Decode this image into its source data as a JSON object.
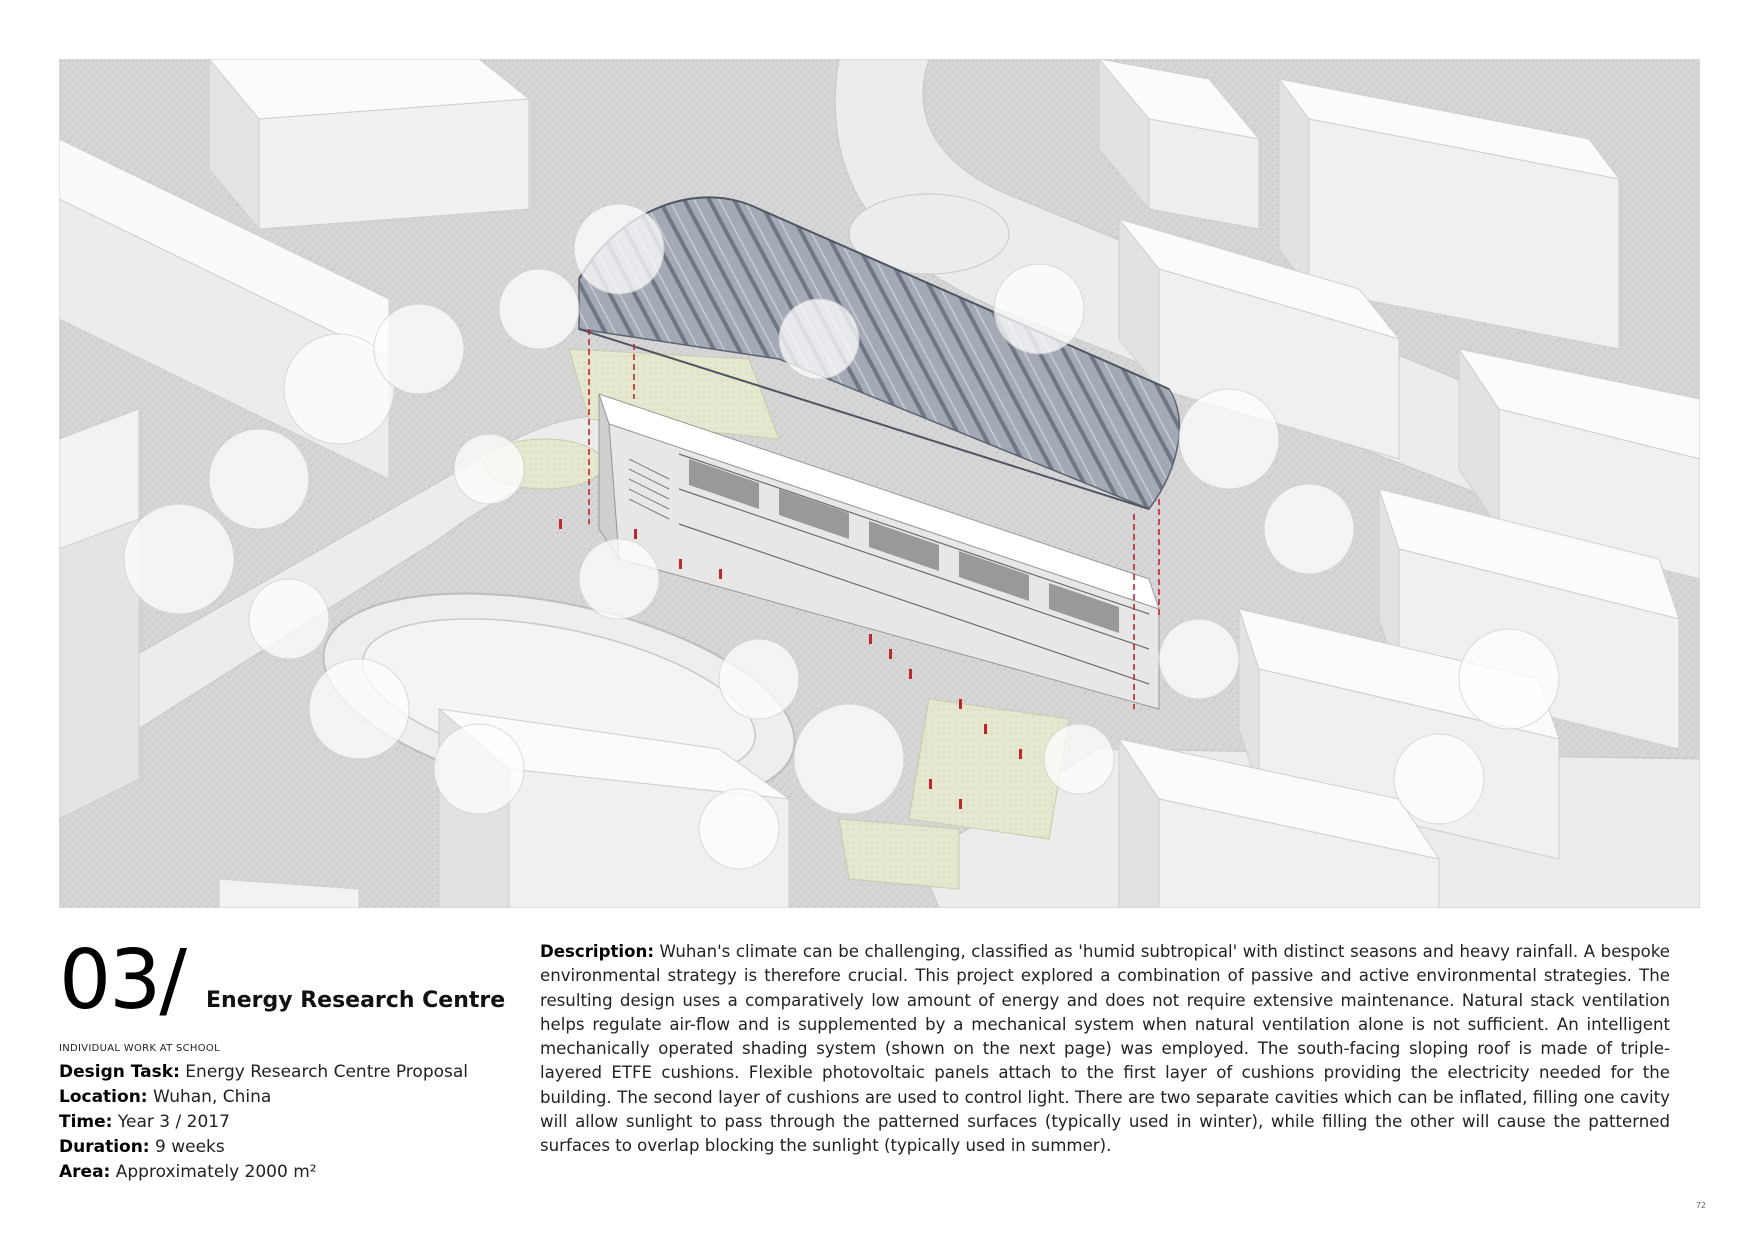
{
  "project": {
    "number": "03/",
    "title": "Energy Research Centre",
    "subtitle": "INDIVIDUAL WORK AT SCHOOL"
  },
  "facts": [
    {
      "label": "Design Task:",
      "value": "Energy Research Centre Proposal"
    },
    {
      "label": "Location:",
      "value": "Wuhan, China"
    },
    {
      "label": "Time:",
      "value": "Year 3 / 2017"
    },
    {
      "label": "Duration:",
      "value": "9 weeks"
    },
    {
      "label": "Area:",
      "value": "Approximately 2000 m²"
    }
  ],
  "description": {
    "label": "Description:",
    "text": "Wuhan's climate can be challenging, classified as 'humid subtropical' with distinct seasons and heavy rainfall. A bespoke environmental strategy is therefore crucial. This project explored a combination of passive and active environmental strategies. The resulting design uses a comparatively low amount of energy and does not require extensive maintenance. Natural stack ventilation helps regulate air-flow and is supplemented by a mechanical system when natural ventilation alone is not sufficient. An intelligent mechanically operated shading system (shown on the next page) was employed. The south-facing sloping roof is made of triple-layered ETFE cushions. Flexible photovoltaic panels attach to the first layer of cushions providing the electricity needed for the building. The second layer of cushions are used to control light. There are two separate cavities which can be inflated, filling one cavity will allow sunlight to pass through the patterned surfaces (typically used in winter), while filling the other will cause the patterned surfaces to overlap blocking the sunlight (typically used in summer)."
  },
  "page_number": "72",
  "colors": {
    "ground": "#d9d9d9",
    "building": "#f7f7f7",
    "roof": "#8e96a3",
    "garden": "#e9ead6",
    "accent": "#c0272d"
  }
}
